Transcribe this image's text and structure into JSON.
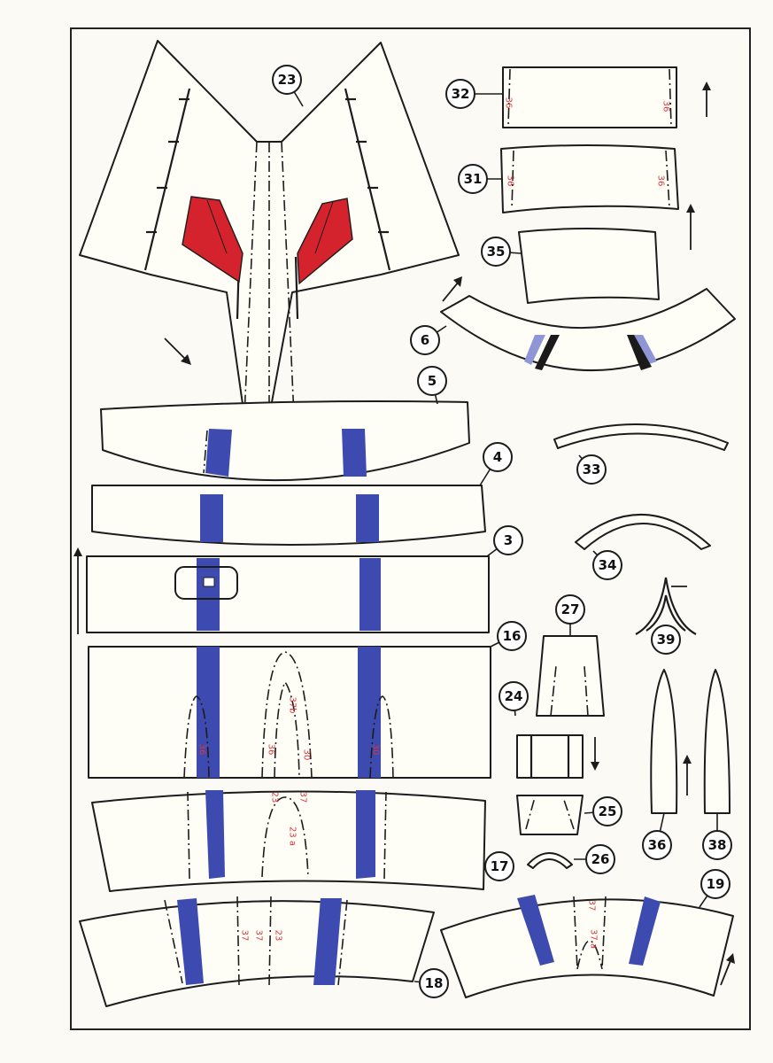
{
  "sheet": {
    "part_numbers": [
      "23",
      "32",
      "31",
      "35",
      "6",
      "5",
      "4",
      "3",
      "16",
      "17",
      "18",
      "19",
      "33",
      "34",
      "27",
      "24",
      "25",
      "26",
      "39",
      "36",
      "38"
    ],
    "glue_refs": [
      "36",
      "36",
      "36",
      "36",
      "36",
      "36",
      "37b",
      "30",
      "30",
      "23",
      "37",
      "23 a",
      "37",
      "37",
      "23",
      "37",
      "37 a"
    ]
  },
  "colors": {
    "paper": "#fbfaf4",
    "stripe_blue": "#3d4bb0",
    "emblem_red": "#d4232c",
    "reference_red": "#d9363e"
  }
}
